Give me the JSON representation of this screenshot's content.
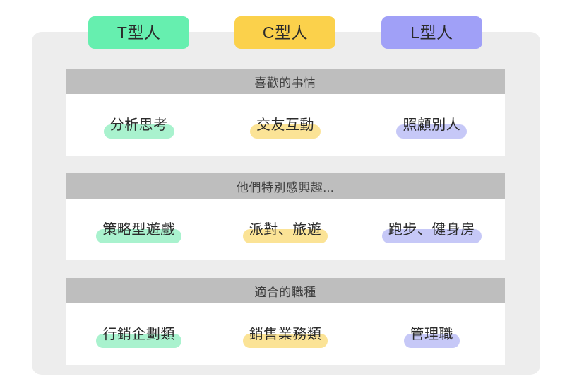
{
  "colors": {
    "page_background": "#ffffff",
    "card_background": "#ededed",
    "panel_background": "#ffffff",
    "section_header_background": "#bebebe",
    "section_header_text": "#3f3f3f",
    "body_text": "#2b2b2b",
    "type_green": "#66efaf",
    "type_yellow": "#fbd14b",
    "type_purple": "#a0a0f7",
    "highlight_green": "#a9f2ce",
    "highlight_yellow": "#fbe396",
    "highlight_purple": "#c6c8f7"
  },
  "types": [
    {
      "label": "T型人",
      "accent": "#66efaf",
      "highlight": "#a9f2ce",
      "key": "t"
    },
    {
      "label": "C型人",
      "accent": "#fbd14b",
      "highlight": "#fbe396",
      "key": "c"
    },
    {
      "label": "L型人",
      "accent": "#a0a0f7",
      "highlight": "#c6c8f7",
      "key": "l"
    }
  ],
  "sections": [
    {
      "title": "喜歡的事情",
      "values": [
        "分析思考",
        "交友互動",
        "照顧別人"
      ]
    },
    {
      "title": "他們特別感興趣...",
      "values": [
        "策略型遊戲",
        "派對、旅遊",
        "跑步、健身房"
      ]
    },
    {
      "title": "適合的職種",
      "values": [
        "行銷企劃類",
        "銷售業務類",
        "管理職"
      ]
    }
  ]
}
